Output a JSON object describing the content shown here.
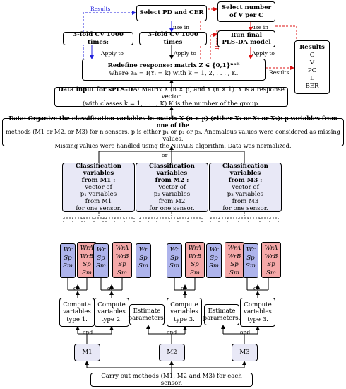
{
  "top": {
    "select_pd": "Select PD and CER",
    "select_v_line1": "Select number",
    "select_v_line2": "of V per C",
    "cv_left": "3-fold CV 1000 times:",
    "cv_mid": "3-fold CV 1000 times",
    "final_line1": "Run final",
    "final_line2": "PLS-DA model",
    "results_label": "Results",
    "use_in": "use in",
    "apply_to": "Apply to"
  },
  "redefine": {
    "line1_bold": "Redefine response",
    "line1_rest": ": matrix Z ∈ {0,1}ⁿˣᴷ",
    "line2": "where zᵢₖ = I(Yᵢ = k) with k = 1, 2, . . . , K."
  },
  "results_box": {
    "title": "Results",
    "items": [
      "C",
      "V",
      "PC",
      "L",
      "BER"
    ]
  },
  "input": {
    "line1_bold": "Data input for sPLS-DA",
    "line1_rest": ": Matrix X (n × p) and Y (n × 1). Y is a response vector",
    "line2": "(with classes k = 1, . . . , K) K is the number of the group."
  },
  "data": {
    "line1": "Data: Organize the classification variables in matrix X (n × p) (either X₁ or X₂ or X₃): p variables from one of the",
    "line2": "methods (M1 or M2, or M3) for n sensors. p is either p₁ or p₂ or p₃. Anomalous values were considered as missing values.",
    "line3": "Missing values were handled using the NIPALS algorithm. Data was normalized."
  },
  "connector_or": "or",
  "connector_and": "and",
  "classification": [
    {
      "title1": "Classification variables",
      "title2": "from M1 :",
      "l1": "vector of",
      "l2": "p₁ variables",
      "l3": "from M1",
      "l4": "for one sensor."
    },
    {
      "title1": "Classification variables",
      "title2": "from M2 :",
      "l1": "Vector of",
      "l2": "p₂ variables",
      "l3": "from M2",
      "l4": "for one sensor."
    },
    {
      "title1": "Classification variables",
      "title2": "from M3 :",
      "l1": "vector of",
      "l2": "p₃ variables",
      "l3": "from M3",
      "l4": "for one sensor."
    }
  ],
  "feature_blue": [
    "Wr",
    "Sp",
    "Sm"
  ],
  "feature_red": [
    "WrA",
    "WrB",
    "Sp",
    "Sm"
  ],
  "process": {
    "compute1_l1": "Compute",
    "compute1_l2": "variables",
    "compute1_l3": "type 1.",
    "compute2_l1": "Compute",
    "compute2_l2": "variables",
    "compute2_l3": "type 2.",
    "estimate_l1": "Estimate",
    "estimate_l2": "parameters.",
    "compute3_l1": "Compute",
    "compute3_l2": "variables",
    "compute3_l3": "type 3."
  },
  "methods": [
    "M1",
    "M2",
    "M3"
  ],
  "bottom": "Carry out methods (M1, M2 and M3) for each sensor.",
  "colors": {
    "red_line": "#dd1111",
    "blue_line": "#2222dd",
    "blue_fill": "#aeb4ec",
    "red_fill": "#f5a8a8",
    "pale_fill": "#e8e8f6"
  }
}
